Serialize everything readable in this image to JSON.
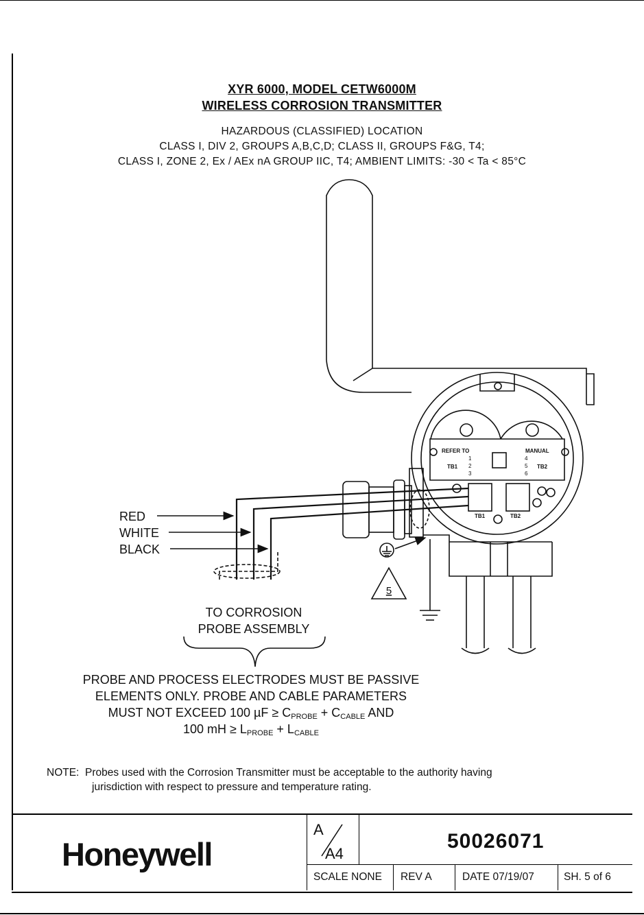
{
  "title": {
    "line1": "XYR 6000, MODEL CETW6000M",
    "line2": "WIRELESS CORROSION TRANSMITTER"
  },
  "hazard": {
    "line1": "HAZARDOUS (CLASSIFIED) LOCATION",
    "line2": "CLASS I, DIV 2, GROUPS A,B,C,D; CLASS II, GROUPS F&G, T4;",
    "line3": "CLASS I, ZONE 2, Ex / AEx nA GROUP IIC, T4; AMBIENT LIMITS: -30 < Ta < 85°C"
  },
  "wires": {
    "red": "RED",
    "white": "WHITE",
    "black": "BLACK"
  },
  "probe_label": {
    "line1": "TO CORROSION",
    "line2": "PROBE ASSEMBLY"
  },
  "terminal": {
    "refer_to": "REFER TO",
    "manual": "MANUAL",
    "tb1": "TB1",
    "tb2": "TB2",
    "tb1_pins": [
      "1",
      "2",
      "3"
    ],
    "tb2_pins": [
      "4",
      "5",
      "6"
    ]
  },
  "warning_number": "5",
  "requirements": {
    "line1": "PROBE AND PROCESS ELECTRODES MUST BE PASSIVE",
    "line2": "ELEMENTS ONLY.  PROBE AND CABLE PARAMETERS",
    "line3_a": "MUST NOT EXCEED 100 µF ≥ C",
    "line3_sub1": "PROBE",
    "line3_b": " + C",
    "line3_sub2": "CABLE",
    "line3_c": " AND",
    "line4_a": "100 mH ≥ L",
    "line4_sub1": "PROBE",
    "line4_b": " + L",
    "line4_sub2": "CABLE"
  },
  "note": {
    "prefix": "NOTE:",
    "line1": "Probes used with the Corrosion Transmitter must be acceptable to the authority having",
    "line2": "jurisdiction with respect to pressure and temperature rating."
  },
  "title_block": {
    "company": "Honeywell",
    "size_top": "A",
    "size_bottom": "A4",
    "doc_number": "50026071",
    "scale": "SCALE NONE",
    "rev": "REV  A",
    "date": "DATE   07/19/07",
    "sheet": "SH. 5 of 6"
  }
}
